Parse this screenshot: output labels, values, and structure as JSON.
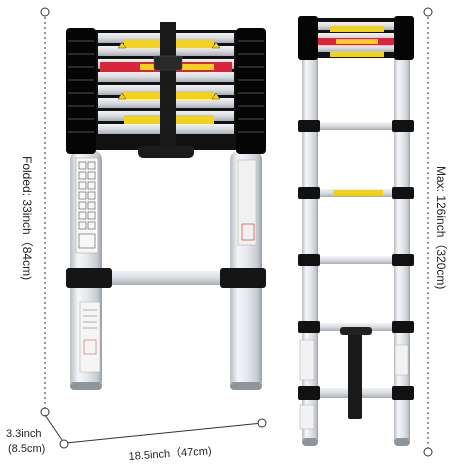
{
  "dimensions": {
    "folded_height": "Folded: 33inch（84cm)",
    "max_height": "Max: 126inch（320cm)",
    "width": "18.5inch（47cm)",
    "depth_line1": "3.3inch",
    "depth_line2": "(8.5cm)"
  },
  "colors": {
    "aluminum_light": "#eef0f3",
    "aluminum_dark": "#9aa0a8",
    "black_cap": "#111111",
    "warning_yellow": "#f2d21a",
    "warning_red": "#d8253a",
    "dim_line": "#333333"
  }
}
